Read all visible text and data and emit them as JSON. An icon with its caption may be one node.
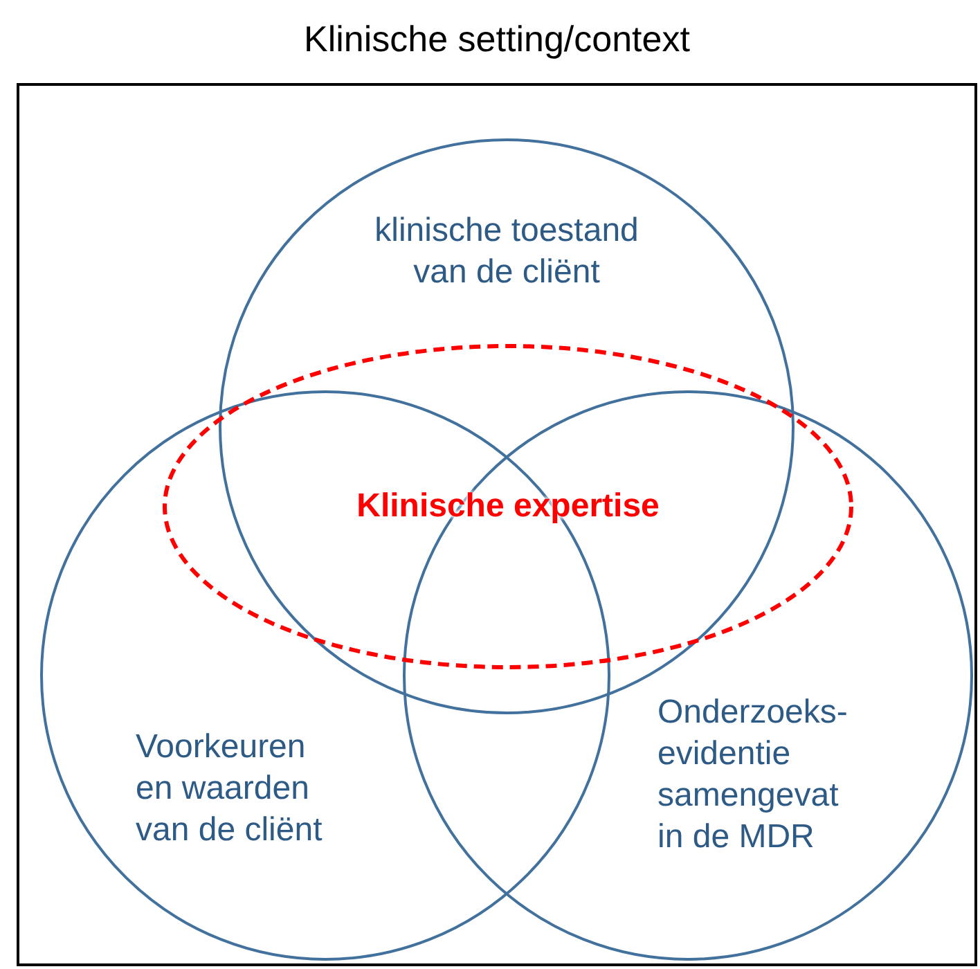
{
  "diagram": {
    "nodes": [
      {
        "text": [
          "Klinische setting/context"
        ]
      },
      {
        "text": [
          "klinische toestand van de cliënt"
        ],
        "in": 0
      },
      {
        "text": [
          "Voorkeuren en waarden van de cliënt"
        ],
        "in": 0
      },
      {
        "text": [
          "Onderzoeks- evidentie samengevat in de MDR"
        ],
        "in": 0
      },
      {
        "text": [
          "Klinische expertise"
        ],
        "in": 0
      }
    ],
    "edges": []
  }
}
